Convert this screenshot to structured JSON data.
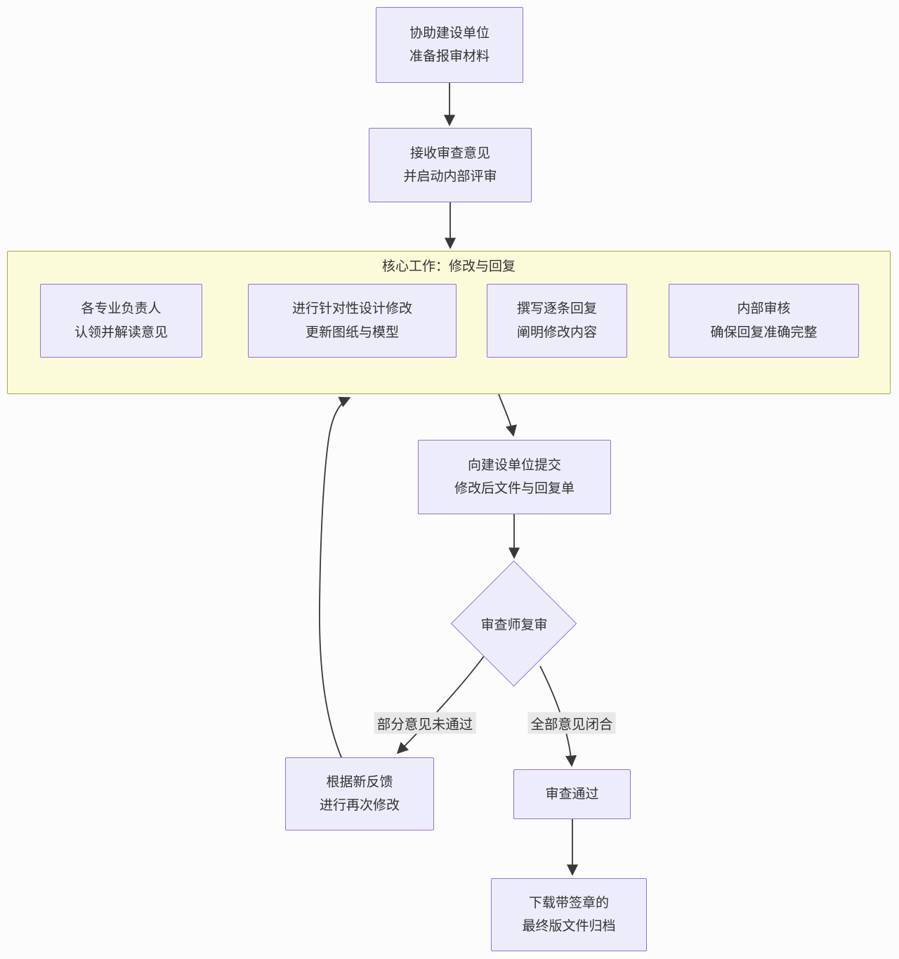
{
  "diagram": {
    "subgraph": {
      "title": "核心工作：修改与回复"
    },
    "nodes": {
      "prepare": {
        "line1": "协助建设单位",
        "line2": "准备报审材料"
      },
      "receive": {
        "line1": "接收审查意见",
        "line2": "并启动内部评审"
      },
      "claim": {
        "line1": "各专业负责人",
        "line2": "认领并解读意见"
      },
      "modify": {
        "line1": "进行针对性设计修改",
        "line2": "更新图纸与模型"
      },
      "reply": {
        "line1": "撰写逐条回复",
        "line2": "阐明修改内容"
      },
      "audit": {
        "line1": "内部审核",
        "line2": "确保回复准确完整"
      },
      "submit": {
        "line1": "向建设单位提交",
        "line2": "修改后文件与回复单"
      },
      "decision": {
        "label": "审查师复审"
      },
      "revise": {
        "line1": "根据新反馈",
        "line2": "进行再次修改"
      },
      "approved": {
        "label": "审查通过"
      },
      "archive": {
        "line1": "下载带签章的",
        "line2": "最终版文件归档"
      }
    },
    "edge_labels": {
      "partial_fail": "部分意见未通过",
      "all_closed": "全部意见闭合"
    },
    "colors": {
      "node_fill": "#ECECFB",
      "node_border": "#9471D9",
      "subgraph_fill": "#FBFBDA",
      "subgraph_border": "#A9A943",
      "edge_color": "#383838",
      "text_color": "#333333",
      "label_bg": "#E8E8E8",
      "page_bg": "#FCFCFC"
    }
  }
}
